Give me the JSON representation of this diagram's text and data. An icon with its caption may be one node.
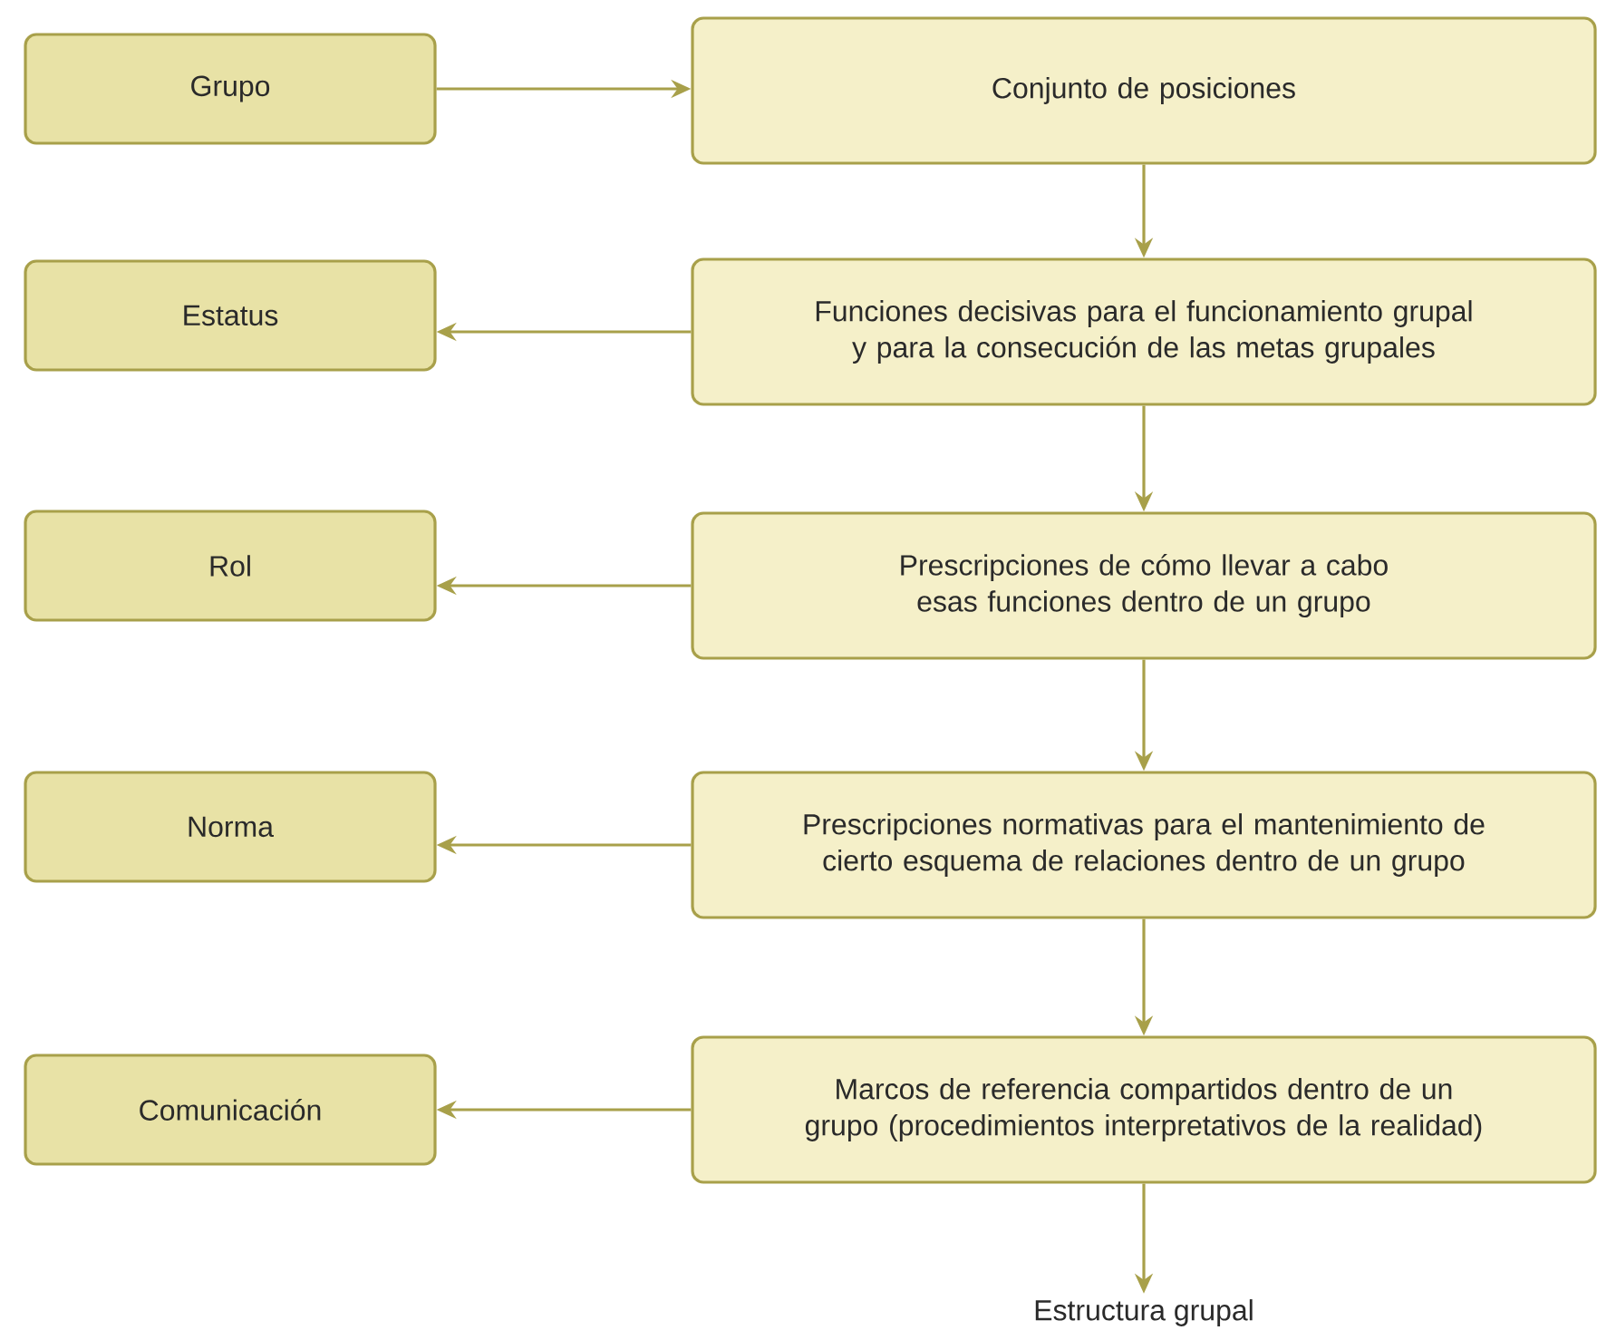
{
  "diagram": {
    "nodes": [
      {
        "text": [
          "Grupo"
        ]
      },
      {
        "text": [
          "Conjunto de posiciones"
        ]
      },
      {
        "text": [
          "Estatus"
        ]
      },
      {
        "text": [
          "Funciones decisivas para el funcionamiento grupal y para la consecución de las metas grupales"
        ]
      },
      {
        "text": [
          "Rol"
        ]
      },
      {
        "text": [
          "Prescripciones de cómo llevar a cabo esas funciones dentro de un grupo"
        ]
      },
      {
        "text": [
          "Norma"
        ]
      },
      {
        "text": [
          "Prescripciones normativas para el mantenimiento de cierto esquema de relaciones dentro de un grupo"
        ]
      },
      {
        "text": [
          "Comunicación"
        ]
      },
      {
        "text": [
          "Marcos de referencia compartidos dentro de un grupo (procedimientos interpretativos de la realidad)"
        ]
      },
      {
        "text": [
          "Estructura grupal"
        ]
      }
    ],
    "edges": [
      {
        "from": 0,
        "to": 1,
        "arrow": "to"
      },
      {
        "from": 1,
        "to": 3,
        "arrow": "to"
      },
      {
        "from": 3,
        "to": 2,
        "arrow": "to"
      },
      {
        "from": 3,
        "to": 5,
        "arrow": "to"
      },
      {
        "from": 5,
        "to": 4,
        "arrow": "to"
      },
      {
        "from": 5,
        "to": 7,
        "arrow": "to"
      },
      {
        "from": 7,
        "to": 6,
        "arrow": "to"
      },
      {
        "from": 7,
        "to": 9,
        "arrow": "to"
      },
      {
        "from": 9,
        "to": 8,
        "arrow": "to"
      },
      {
        "from": 9,
        "to": 10,
        "arrow": "to"
      }
    ]
  }
}
